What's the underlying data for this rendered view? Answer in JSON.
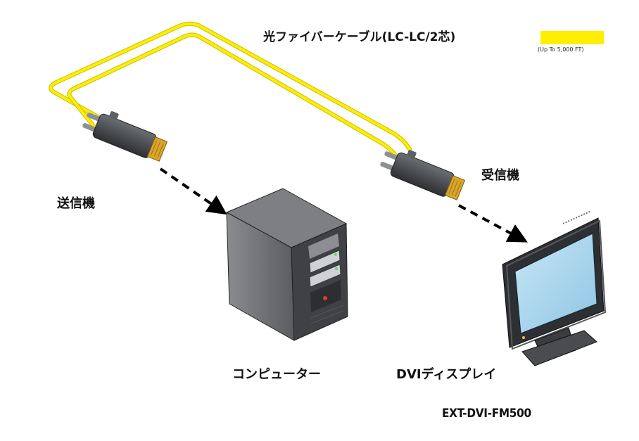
{
  "cable": {
    "title": "光ファイバーケーブル(LC-LC/2芯)",
    "note": "(Up To 5,000 FT)",
    "color": "#ffee00"
  },
  "labels": {
    "transmitter": "送信機",
    "receiver": "受信機",
    "computer": "コンピューター",
    "display": "DVIディスプレイ",
    "model": "EXT-DVI-FM500"
  },
  "colors": {
    "connector_body": "#4a4d52",
    "connector_plug": "#d9a62b",
    "computer_body": "#6b6d70",
    "screen": "#a9d6ee"
  }
}
